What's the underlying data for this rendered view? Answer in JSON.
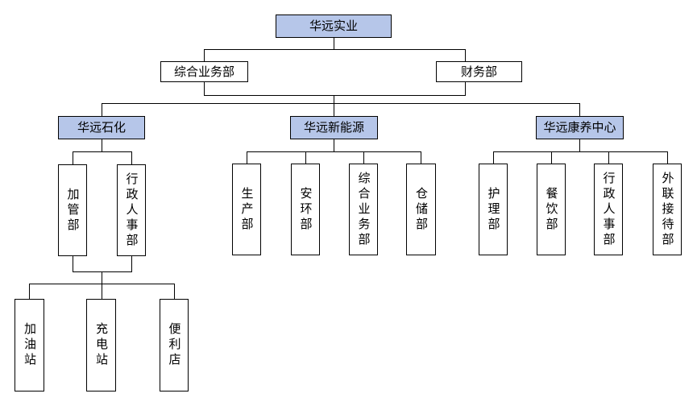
{
  "org": {
    "root": {
      "label": "华远实业"
    },
    "staff_departments": [
      {
        "label": "综合业务部"
      },
      {
        "label": "财务部"
      }
    ],
    "branches": [
      {
        "label": "华远石化",
        "departments": [
          {
            "label": "加管部"
          },
          {
            "label": "行政人事部"
          }
        ],
        "subsidiaries": [
          {
            "label": "加油站"
          },
          {
            "label": "充电站"
          },
          {
            "label": "便利店"
          }
        ]
      },
      {
        "label": "华远新能源",
        "departments": [
          {
            "label": "生产部"
          },
          {
            "label": "安环部"
          },
          {
            "label": "综合业务部"
          },
          {
            "label": "仓储部"
          }
        ]
      },
      {
        "label": "华远康养中心",
        "departments": [
          {
            "label": "护理部"
          },
          {
            "label": "餐饮部"
          },
          {
            "label": "行政人事部"
          },
          {
            "label": "外联接待部"
          }
        ]
      }
    ],
    "colors": {
      "highlight_fill": "#b6c6e9",
      "box_border": "#000000",
      "connector": "#000000",
      "background": "#ffffff"
    }
  }
}
